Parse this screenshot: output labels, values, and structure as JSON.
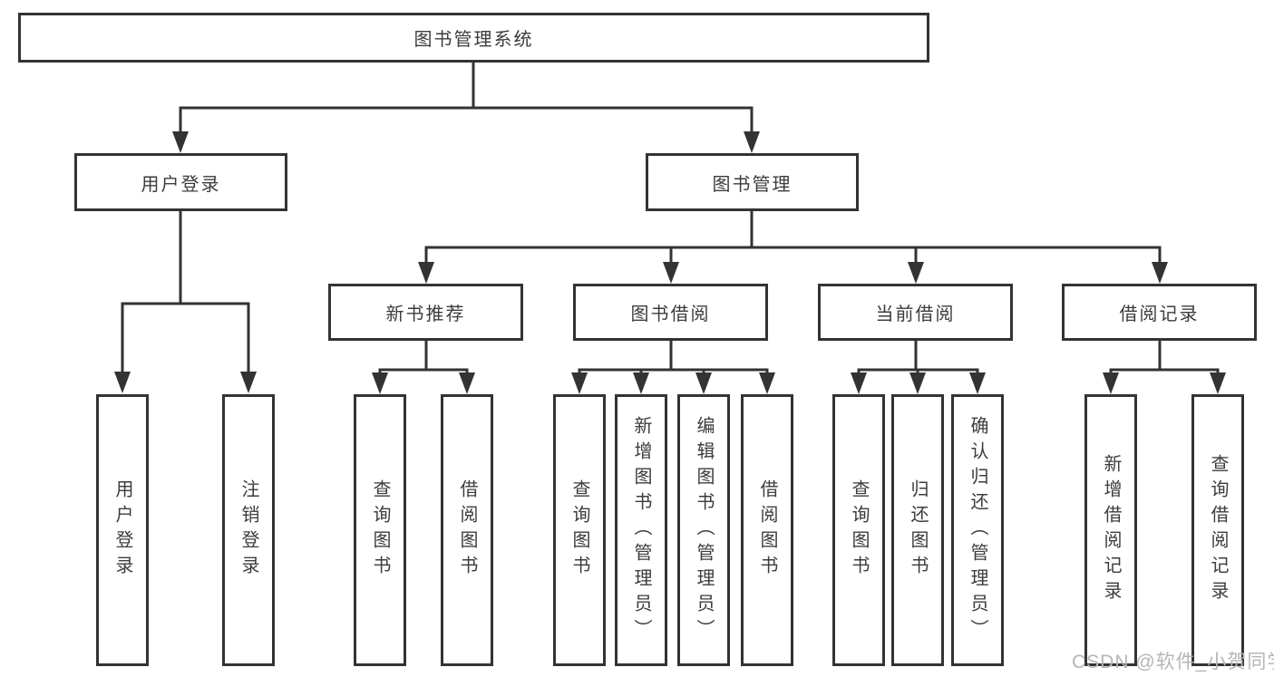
{
  "colors": {
    "line": "#333333",
    "box_border": "#333333",
    "text": "#3c3c3c",
    "watermark": "#b6b6b6",
    "background": "#ffffff"
  },
  "nodes": {
    "root": {
      "label": "图书管理系统"
    },
    "user_login": {
      "label": "用户登录"
    },
    "book_mgmt": {
      "label": "图书管理"
    },
    "new_book_rec": {
      "label": "新书推荐"
    },
    "book_borrow": {
      "label": "图书借阅"
    },
    "current_borrow": {
      "label": "当前借阅"
    },
    "borrow_record": {
      "label": "借阅记录"
    },
    "ul_login": {
      "label": "用户登录"
    },
    "ul_logout": {
      "label": "注销登录"
    },
    "nbr_query": {
      "label": "查询图书"
    },
    "nbr_borrow": {
      "label": "借阅图书"
    },
    "bb_query": {
      "label": "查询图书"
    },
    "bb_add": {
      "label": "新增图书（管理员）"
    },
    "bb_edit": {
      "label": "编辑图书（管理员）"
    },
    "bb_borrow": {
      "label": "借阅图书"
    },
    "cb_query": {
      "label": "查询图书"
    },
    "cb_return": {
      "label": "归还图书"
    },
    "cb_confirm": {
      "label": "确认归还（管理员）"
    },
    "br_add": {
      "label": "新增借阅记录"
    },
    "br_query": {
      "label": "查询借阅记录"
    }
  },
  "hierarchy": {
    "root": [
      "user_login",
      "book_mgmt"
    ],
    "user_login": [
      "ul_login",
      "ul_logout"
    ],
    "book_mgmt": [
      "new_book_rec",
      "book_borrow",
      "current_borrow",
      "borrow_record"
    ],
    "new_book_rec": [
      "nbr_query",
      "nbr_borrow"
    ],
    "book_borrow": [
      "bb_query",
      "bb_add",
      "bb_edit",
      "bb_borrow"
    ],
    "current_borrow": [
      "cb_query",
      "cb_return",
      "cb_confirm"
    ],
    "borrow_record": [
      "br_add",
      "br_query"
    ]
  },
  "watermark": {
    "text": "CSDN @软件_小贺同学"
  }
}
